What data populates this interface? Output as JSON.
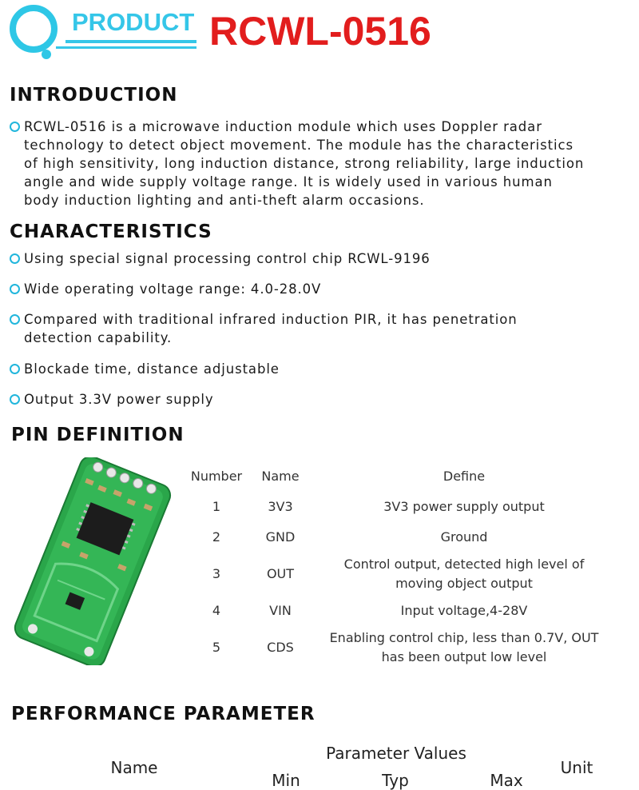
{
  "header": {
    "logo_text": "PRODUCT",
    "model": "RCWL-0516",
    "accent_color": "#35c6e8",
    "model_color": "#e21d1d"
  },
  "introduction": {
    "heading": "INTRODUCTION",
    "lines": [
      "RCWL-0516 is a microwave induction module which uses Doppler radar",
      "technology to detect object movement. The module has the characteristics",
      "of high sensitivity, long induction distance, strong reliability, large induction",
      "angle and wide supply voltage range. It is widely used in various human",
      "body induction lighting and anti-theft alarm occasions."
    ]
  },
  "characteristics": {
    "heading": "CHARACTERISTICS",
    "items": [
      [
        "Using special signal processing control chip RCWL-9196"
      ],
      [
        "Wide operating voltage range: 4.0-28.0V"
      ],
      [
        "Compared with traditional infrared induction PIR, it has penetration",
        "detection capability."
      ],
      [
        "Blockade time, distance adjustable"
      ],
      [
        "Output 3.3V power supply"
      ]
    ]
  },
  "pin_definition": {
    "heading": "PIN DEFINITION",
    "columns": [
      "Number",
      "Name",
      "Define"
    ],
    "rows": [
      {
        "number": "1",
        "name": "3V3",
        "define": [
          "3V3 power supply output"
        ]
      },
      {
        "number": "2",
        "name": "GND",
        "define": [
          "Ground"
        ]
      },
      {
        "number": "3",
        "name": "OUT",
        "define": [
          "Control output, detected high level of",
          "moving object output"
        ]
      },
      {
        "number": "4",
        "name": "VIN",
        "define": [
          "Input voltage,4-28V"
        ]
      },
      {
        "number": "5",
        "name": "CDS",
        "define": [
          "Enabling control chip, less than 0.7V, OUT",
          "has been output low level"
        ]
      }
    ]
  },
  "performance": {
    "heading": "PERFORMANCE PARAMETER",
    "name_col": "Name",
    "group_col": "Parameter Values",
    "unit_col": "Unit",
    "sub_cols": [
      "Min",
      "Typ",
      "Max"
    ]
  }
}
